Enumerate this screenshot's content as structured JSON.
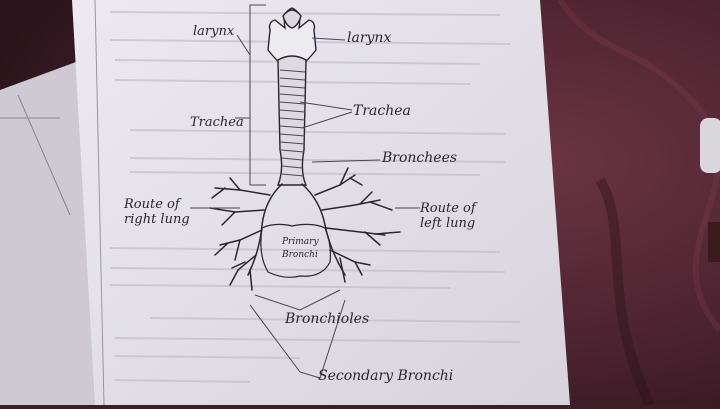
{
  "colors": {
    "cloth": "#5a2a35",
    "paper": "#e7e4ea",
    "ink": "#2a2530",
    "pencil": "#4a4650"
  },
  "labels": {
    "larynx_left": "larynx",
    "larynx_right": "larynx",
    "trachea_left": "Trachea",
    "trachea_right": "Trachea",
    "bronchees": "Bronchees",
    "route_right_lung": "Route of\nright lung",
    "route_left_lung": "Route of\nleft lung",
    "primary_bronchi": "Primary\nBronchi",
    "bronchioles": "Bronchioles",
    "secondary_bronchi": "Secondary Bronchi"
  }
}
